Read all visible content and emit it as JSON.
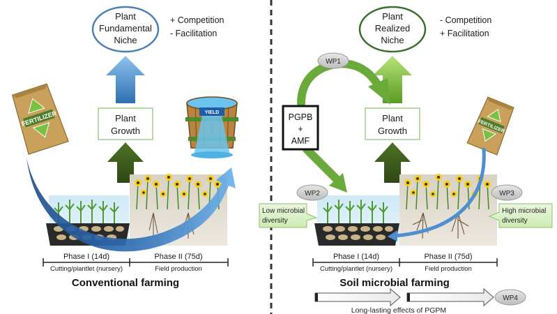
{
  "left": {
    "niche_lines": [
      "Plant",
      "Fundamental",
      "Niche"
    ],
    "effects": [
      "+ Competition",
      "- Facilitation"
    ],
    "growth_lines": [
      "Plant",
      "Growth"
    ],
    "phase1_label": "Phase I (14d)",
    "phase1_sub": "Cutting/plantlet (nursery)",
    "phase2_label": "Phase II (75d)",
    "phase2_sub": "Field production",
    "title": "Conventional farming",
    "yield_label": "YIELD",
    "fertilizer_label": "FERTILIZER"
  },
  "right": {
    "niche_lines": [
      "Plant",
      "Realized",
      "Niche"
    ],
    "effects": [
      "- Competition",
      "+ Facilitation"
    ],
    "growth_lines": [
      "Plant",
      "Growth"
    ],
    "box_lines": [
      "PGPB",
      "+",
      "AMF"
    ],
    "wp1": "WP1",
    "wp2": "WP2",
    "wp3": "WP3",
    "wp4": "WP4",
    "low_div_lines": [
      "Low microbial",
      "diversity"
    ],
    "high_div_lines": [
      "High microbial",
      "diversity"
    ],
    "phase1_label": "Phase I (14d)",
    "phase1_sub": "Cutting/plantlet (nursery)",
    "phase2_label": "Phase II (75d)",
    "phase2_sub": "Field production",
    "title": "Soil microbial farming",
    "long_lasting": "Long-lasting effects of PGPM",
    "fertilizer_label": "FERTILIZER"
  },
  "colors": {
    "left_niche_border": "#4a7fb5",
    "right_niche_border": "#3b6e2a",
    "up_arrow_blue": "#5b9bd5",
    "up_arrow_light_green": "#8cc63f",
    "up_arrow_dark_green": "#3c5a1e",
    "fertilizer_flow": "#2f6db3",
    "pgpb_arrow": "#6aaa3a",
    "bag": "#c9a15a"
  }
}
